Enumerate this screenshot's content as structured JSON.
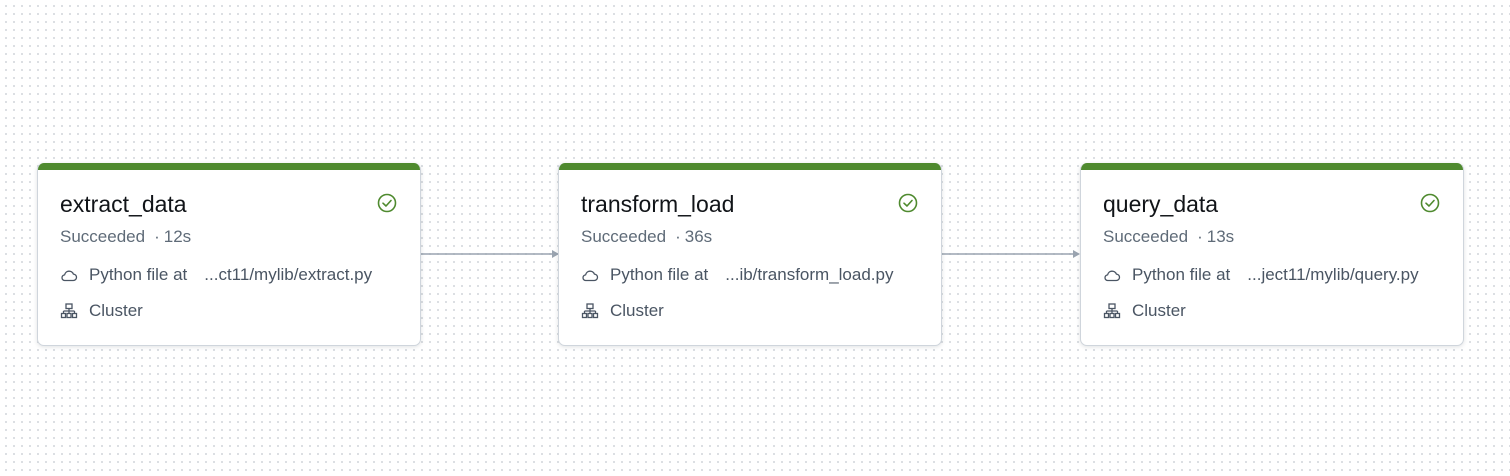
{
  "tasks": [
    {
      "name": "extract_data",
      "status": "Succeeded",
      "duration": "12s",
      "source_label": "Python file at",
      "source_path": "...ct11/mylib/extract.py",
      "compute": "Cluster"
    },
    {
      "name": "transform_load",
      "status": "Succeeded",
      "duration": "36s",
      "source_label": "Python file at",
      "source_path": "...ib/transform_load.py",
      "compute": "Cluster"
    },
    {
      "name": "query_data",
      "status": "Succeeded",
      "duration": "13s",
      "source_label": "Python file at",
      "source_path": "...ject11/mylib/query.py",
      "compute": "Cluster"
    }
  ],
  "status_separator": "·",
  "colors": {
    "success": "#4f8a2f",
    "edge": "#9aa4b0",
    "dot_grid": "#d3d7dc"
  },
  "icons": {
    "status": "check-circle-icon",
    "source": "cloud-icon",
    "compute": "cluster-icon"
  }
}
